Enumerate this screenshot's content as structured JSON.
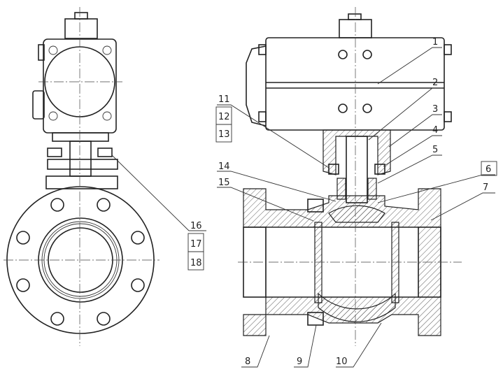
{
  "title": "Pneumatic actuated flanged ball valve assembly drawing",
  "part_labels": {
    "p1": "1",
    "p2": "2",
    "p3": "3",
    "p4": "4",
    "p5": "5",
    "p6": "6",
    "p7": "7",
    "p8": "8",
    "p9": "9",
    "p10": "10",
    "p11": "11",
    "p12": "12",
    "p13": "13",
    "p14": "14",
    "p15": "15",
    "p16": "16",
    "p17": "17",
    "p18": "18"
  }
}
